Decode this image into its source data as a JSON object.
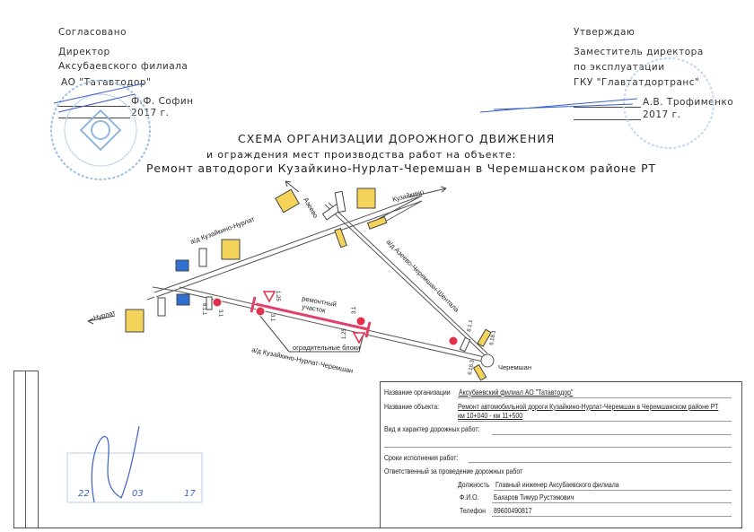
{
  "approval_left": {
    "heading": "Согласовано",
    "position": "Директор",
    "branch": "Аксубаевского филиала",
    "org": "АО \"Татавтодор\"",
    "signatory": "Ф.Ф. Софин",
    "year": "2017 г."
  },
  "approval_right": {
    "heading": "Утверждаю",
    "position": "Заместитель директора",
    "dept": "по эксплуатации",
    "org": "ГКУ \"Главтатдортранс\"",
    "signatory": "А.В. Трофименко",
    "year": "2017 г."
  },
  "title": {
    "line1": "СХЕМА ОРГАНИЗАЦИИ ДОРОЖНОГО ДВИЖЕНИЯ",
    "line2": "и ограждения мест производства работ на объекте:",
    "line3": "Ремонт автодороги Кузайкино-Нурлат-Черемшан в Черемшанском районе РТ"
  },
  "map": {
    "labels": {
      "azeevo": "Азеево",
      "kuzaikino": "Кузайкино",
      "nurlat": "Нурлат",
      "cheremshan": "Черемшан",
      "road_kuz_nurlat": "а/д Кузайкино-Нурлат",
      "road_azeevo": "а/д Азеево-Черемшан-Шентала",
      "road_main": "а/д Кузайкино-Нурлат-Черемшан",
      "repair": "ремонтный",
      "repair2": "участок",
      "blocks": "оградительные блоки"
    },
    "signs": {
      "s1": "3.1",
      "s2": "1.25",
      "s3": "3.1",
      "s4": "1.25",
      "s5": "3.1",
      "s6": "8.1.1",
      "s7": "8.1.1",
      "s8": "6.18.1",
      "s9": "6.18.3"
    },
    "colors": {
      "repair": "#e0406a",
      "sign_yellow": "#f3d35a",
      "sign_blue": "#2f6fd0",
      "sign_red": "#e0304a"
    }
  },
  "form": {
    "org_label": "Название организации",
    "org_value": "Аксубаевский филиал АО \"Татавтодор\"",
    "object_label": "Название объекта:",
    "object_value": "Ремонт автомобильной дороги Кузайкино-Нурлат-Черемшан в Черемшанском районе РТ",
    "object_km": "км 10+040 - км 11+500",
    "works_label": "Вид и характер дорожных работ:",
    "terms_label": "Сроки исполнения работ:",
    "responsible_label": "Ответственный за проведение дорожных работ",
    "position_label": "Должность",
    "position_value": "Главный инженер Аксубаевского филиала",
    "name_label": "Ф.И.О.",
    "name_value": "Бахаров Тимур Рустэмович",
    "phone_label": "Телефон",
    "phone_value": "89600490817"
  },
  "stamp": {
    "day": "22",
    "month": "03",
    "year": "17"
  }
}
